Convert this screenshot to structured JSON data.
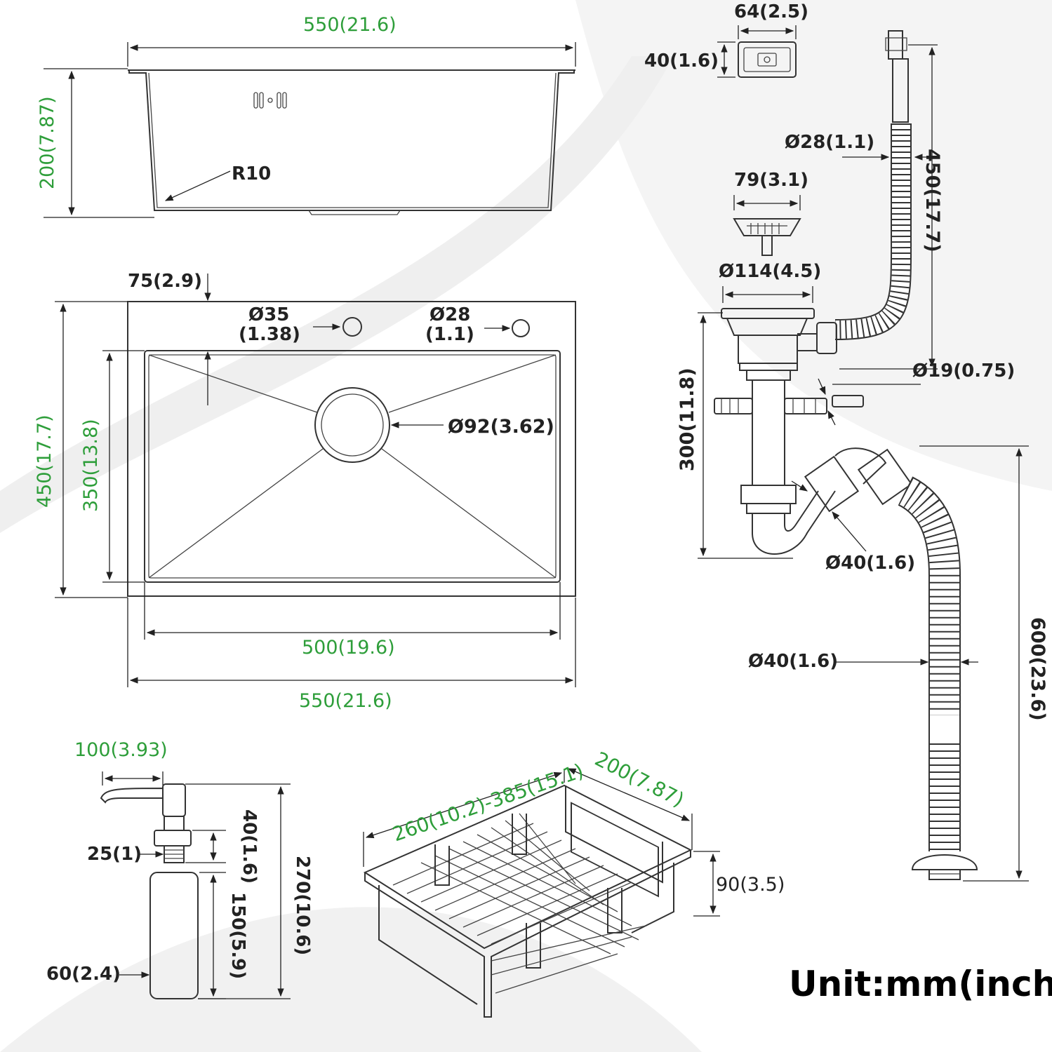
{
  "colors": {
    "dimension_green": "#2e9e3a",
    "line_dark": "#333333",
    "background_swirl": "#ececec"
  },
  "sink_side": {
    "width": "550(21.6)",
    "depth": "200(7.87)",
    "corner_radius": "R10"
  },
  "sink_top": {
    "edge_offset": "75(2.9)",
    "hole_large": {
      "dia": "Ø35",
      "inch": "(1.38)"
    },
    "hole_small": {
      "dia": "Ø28",
      "inch": "(1.1)"
    },
    "drain": "Ø92(3.62)",
    "outer_depth": "450(17.7)",
    "inner_depth": "350(13.8)",
    "inner_width": "500(19.6)",
    "outer_width": "550(21.6)"
  },
  "overflow": {
    "width": "64(2.5)",
    "height": "40(1.6)",
    "hose_dia": "Ø28(1.1)",
    "hose_length": "450(17.7)"
  },
  "strainer": {
    "basket": "79(3.1)",
    "flange": "Ø114(4.5)"
  },
  "drain_pipe": {
    "height": "300(11.8)",
    "inlet": "Ø19(0.75)",
    "trap_dia": "Ø40(1.6)",
    "hose_dia": "Ø40(1.6)",
    "hose_length": "600(23.6)"
  },
  "soap_dispenser": {
    "spout": "100(3.93)",
    "neck_height": "40(1.6)",
    "thread": "25(1)",
    "bottle_height": "150(5.9)",
    "total_height": "270(10.6)",
    "bottle_dia": "60(2.4)"
  },
  "basket": {
    "length": "260(10.2)-385(15.1)",
    "width": "200(7.87)",
    "height": "90(3.5)"
  },
  "unit_note": "Unit:mm(inch)"
}
